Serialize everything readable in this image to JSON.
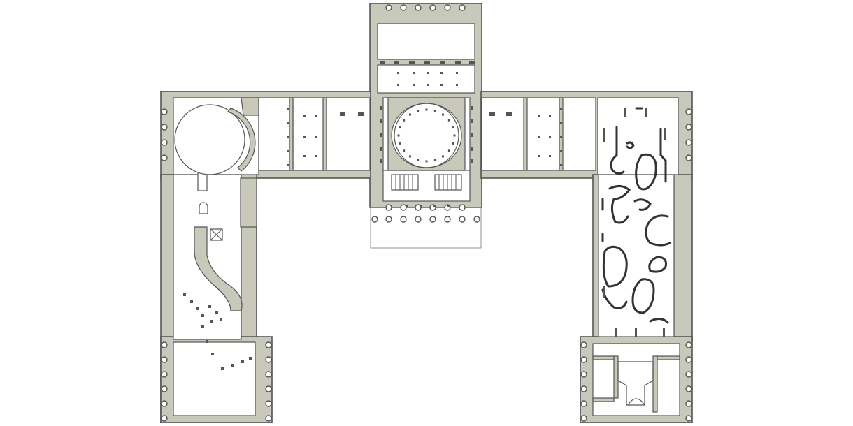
{
  "colors": {
    "wall_fill": "#c8c9bb",
    "outline": "#555555",
    "background": "#ffffff",
    "curved_partitions": "#333333"
  },
  "plan_elements": [
    "north-portico",
    "central-rotunda",
    "entrance-hall",
    "south-portico",
    "west-wing",
    "east-wing",
    "west-pavilion",
    "east-pavilion",
    "curved-gallery-walls"
  ]
}
